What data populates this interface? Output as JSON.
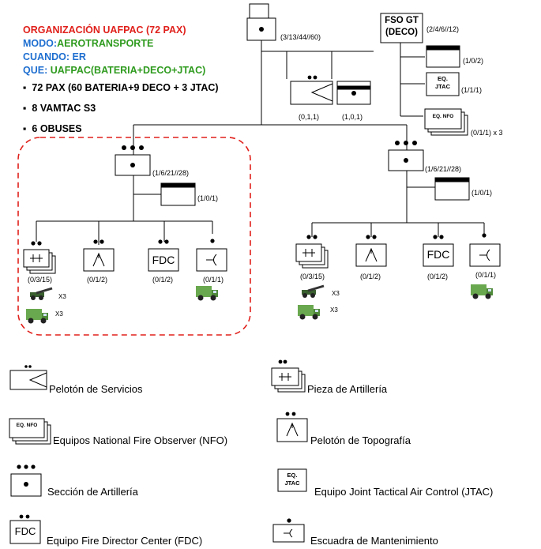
{
  "header": {
    "org_line": "ORGANIZACIÓN UAFPAC (72 PAX)",
    "modo_label": "MODO:",
    "modo_value": "AEROTRANSPORTE",
    "cuando_line": "CUANDO: ER",
    "que_label": "QUE: ",
    "que_value": "UAFPAC(BATERIA+DECO+JTAC)",
    "colors": {
      "org": "#e0201b",
      "label": "#1f6fd0",
      "value": "#2f9b1f"
    }
  },
  "bullets": [
    "72 PAX (60 BATERIA+9 DECO + 3 JTAC)",
    "8 VAMTAC S3",
    "6 OBUSES"
  ],
  "top": {
    "hq_code": "(3/13/44//60)",
    "services_code": "(0,1,1)",
    "hq_element_code": "(1,0,1)"
  },
  "fso": {
    "box_label_1": "FSO GT",
    "box_label_2": "(DECO)",
    "code": "(2/4/6//12)",
    "sub1_code": "(1/0/2)",
    "jtac_label_1": "EQ.",
    "jtac_label_2": "JTAC",
    "jtac_code": "(1/1/1)",
    "nfo_label": "EQ. NFO",
    "nfo_code": "(0/1/1) x 3"
  },
  "sections": [
    {
      "code": "(1/6/21//28)",
      "hq_code": "(1/0/1)",
      "artillery_code": "(0/3/15)",
      "topo_code": "(0/1/2)",
      "fdc_label": "FDC",
      "fdc_code": "(0/1/2)",
      "maint_code": "(0/1/1)",
      "vehicle_mult_1": "X3",
      "vehicle_mult_2": "X3",
      "highlight_color": "#e0201b"
    },
    {
      "code": "(1/6/21//28)",
      "hq_code": "(1/0/1)",
      "artillery_code": "(0/3/15)",
      "topo_code": "(0/1/2)",
      "fdc_label": "FDC",
      "fdc_code": "(0/1/2)",
      "maint_code": "(0/1/1)",
      "vehicle_mult_1": "X3",
      "vehicle_mult_2": "X3"
    }
  ],
  "legend": {
    "services": "Pelotón de Servicios",
    "artillery_piece": "Pieza de Artillería",
    "nfo_box": "EQ. NFO",
    "nfo": "Equipos National Fire Observer (NFO)",
    "topography": "Pelotón de Topografía",
    "section": "Sección de Artillería",
    "jtac_box_1": "EQ.",
    "jtac_box_2": "JTAC",
    "jtac": "Equipo Joint Tactical Air Control (JTAC)",
    "fdc_box": "FDC",
    "fdc": "Equipo Fire Director Center (FDC)",
    "maintenance": "Escuadra de Mantenimiento"
  }
}
